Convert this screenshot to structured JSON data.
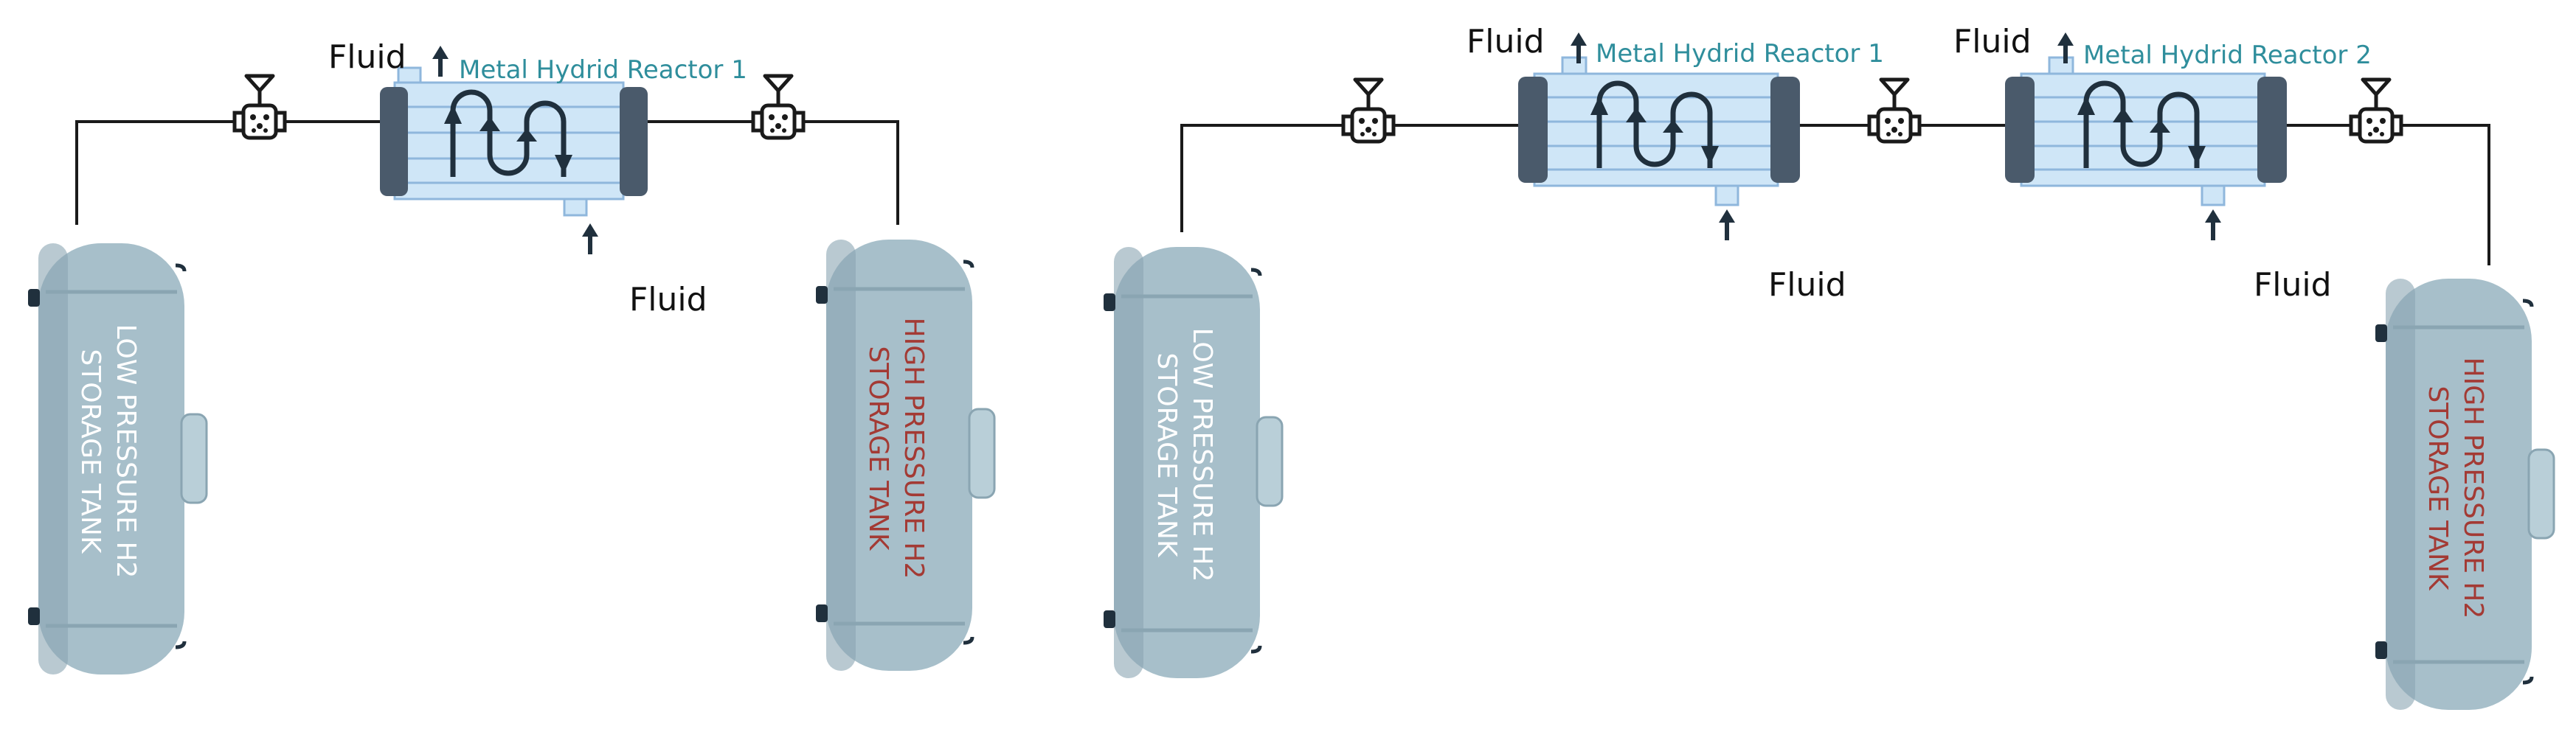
{
  "colors": {
    "pipe": "#1a1a1a",
    "reactor_body": "#cfe6f7",
    "reactor_stripe": "#8fb7dc",
    "reactor_cap": "#4a5a6b",
    "coil": "#20303d",
    "tank_body": "#a7bfca",
    "tank_shade": "#8aa5b2",
    "fluid_text": "#111111",
    "reactor_text": "#2f8e9c",
    "low_tank_text": "#ffffff",
    "high_tank_text": "#a33a34"
  },
  "left_system": {
    "reactor": {
      "label": "Metal Hydrid Reactor 1",
      "fluid_in": "Fluid",
      "fluid_out": "Fluid"
    },
    "low_tank": {
      "line1": "LOW PRESSURE H2",
      "line2": "STORAGE TANK"
    },
    "high_tank": {
      "line1": "HIGH  PRESSURE H2",
      "line2": "STORAGE TANK"
    }
  },
  "right_system": {
    "reactor1": {
      "label": "Metal Hydrid Reactor 1",
      "fluid_in": "Fluid",
      "fluid_out": "Fluid"
    },
    "reactor2": {
      "label": "Metal Hydrid Reactor 2",
      "fluid_in": "Fluid",
      "fluid_out": "Fluid"
    },
    "low_tank": {
      "line1": "LOW PRESSURE H2",
      "line2": "STORAGE TANK"
    },
    "high_tank": {
      "line1": "HIGH  PRESSURE H2",
      "line2": "STORAGE TANK"
    }
  }
}
